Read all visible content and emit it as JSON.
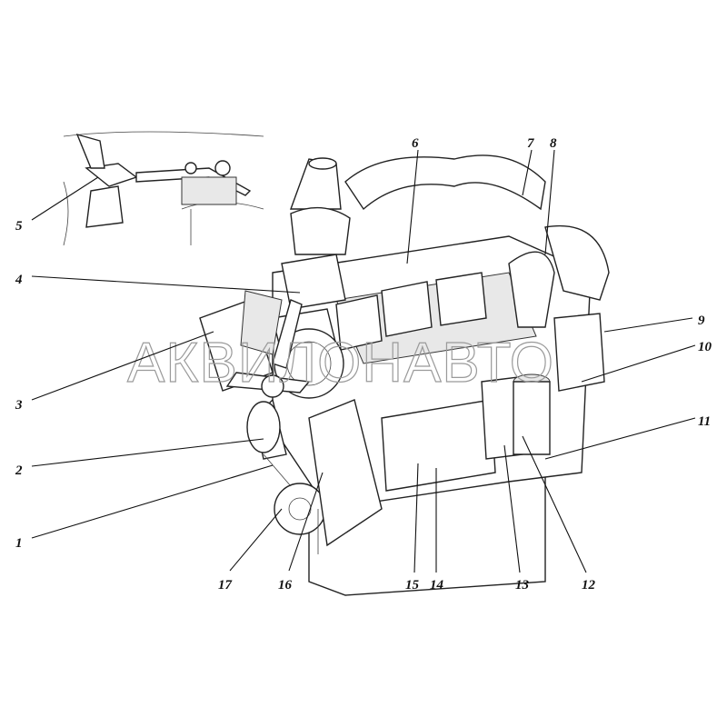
{
  "diagram": {
    "watermark": "АКВИЛОНАВТО",
    "callouts": [
      "1",
      "2",
      "3",
      "4",
      "5",
      "6",
      "7",
      "8",
      "9",
      "10",
      "11",
      "12",
      "13",
      "14",
      "15",
      "16",
      "17"
    ]
  }
}
